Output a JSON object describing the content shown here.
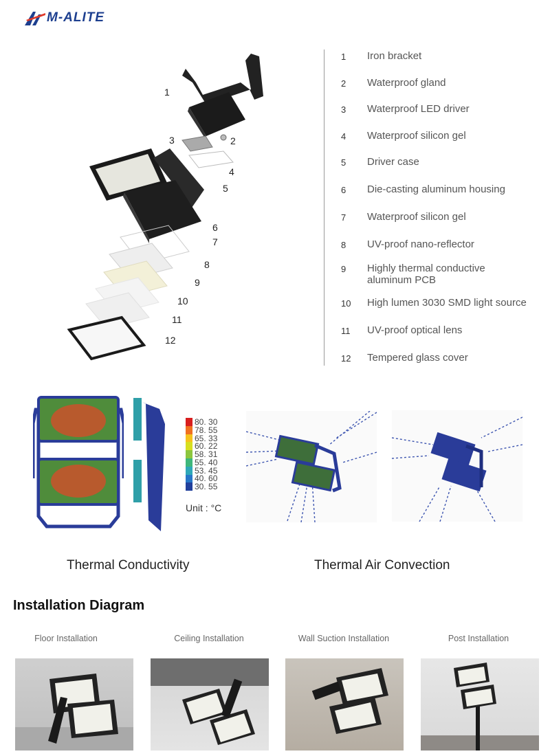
{
  "brand": {
    "logo_text": "M-ALITE"
  },
  "exploded_view": {
    "callouts": [
      "1",
      "3",
      "2",
      "4",
      "5",
      "6",
      "7",
      "8",
      "9",
      "10",
      "11",
      "12"
    ]
  },
  "parts_list": [
    {
      "num": "1",
      "name": "Iron bracket"
    },
    {
      "num": "2",
      "name": "Waterproof gland"
    },
    {
      "num": "3",
      "name": "Waterproof LED driver"
    },
    {
      "num": "4",
      "name": "Waterproof silicon gel"
    },
    {
      "num": "5",
      "name": "Driver case"
    },
    {
      "num": "6",
      "name": "Die-casting aluminum housing"
    },
    {
      "num": "7",
      "name": "Waterproof silicon gel"
    },
    {
      "num": "8",
      "name": "UV-proof nano-reflector"
    },
    {
      "num": "9",
      "name": "Highly thermal conductive aluminum PCB"
    },
    {
      "num": "10",
      "name": "High lumen 3030 SMD light source"
    },
    {
      "num": "11",
      "name": "UV-proof optical lens"
    },
    {
      "num": "12",
      "name": "Tempered glass cover"
    }
  ],
  "thermal": {
    "legend": [
      {
        "value": "80. 30",
        "color": "#d81e1e"
      },
      {
        "value": "78. 55",
        "color": "#f07020"
      },
      {
        "value": "65. 33",
        "color": "#f6c21c"
      },
      {
        "value": "60. 22",
        "color": "#d7df1f"
      },
      {
        "value": "58. 31",
        "color": "#8cc63e"
      },
      {
        "value": "55. 40",
        "color": "#3fb77b"
      },
      {
        "value": "53. 45",
        "color": "#2fa8b8"
      },
      {
        "value": "40. 60",
        "color": "#2777c8"
      },
      {
        "value": "30. 55",
        "color": "#22409c"
      }
    ],
    "unit": "Unit : °C",
    "caption_conductivity": "Thermal Conductivity",
    "caption_convection": "Thermal Air Convection"
  },
  "installation": {
    "title": "Installation Diagram",
    "items": [
      {
        "label": "Floor Installation"
      },
      {
        "label": "Ceiling Installation"
      },
      {
        "label": "Wall Suction Installation"
      },
      {
        "label": "Post Installation"
      }
    ]
  }
}
